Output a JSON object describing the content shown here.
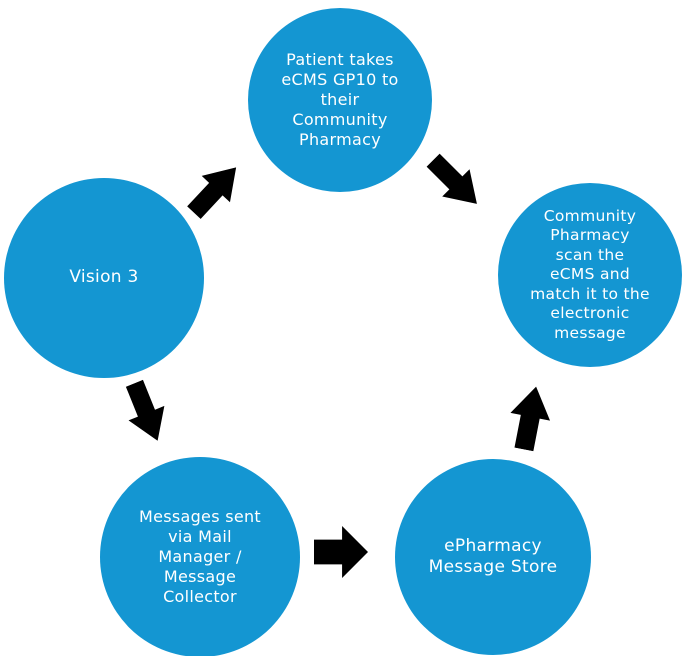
{
  "colors": {
    "circle_fill": "#1496d2",
    "arrow_fill": "#000000",
    "text": "#ffffff"
  },
  "nodes": [
    {
      "id": "vision3",
      "label": "Vision 3"
    },
    {
      "id": "patient",
      "label": "Patient takes\neCMS GP10 to\ntheir\nCommunity\nPharmacy"
    },
    {
      "id": "community-scan",
      "label": "Community\nPharmacy\nscan the\neCMS and\nmatch it to the\nelectronic\nmessage"
    },
    {
      "id": "epharmacy-store",
      "label": "ePharmacy\nMessage Store"
    },
    {
      "id": "messages-sent",
      "label": "Messages sent\nvia Mail\nManager /\nMessage\nCollector"
    }
  ],
  "arrows": [
    {
      "id": "a1",
      "name": "arrow-vision3-to-patient"
    },
    {
      "id": "a2",
      "name": "arrow-patient-to-community-pharmacy"
    },
    {
      "id": "a3",
      "name": "arrow-vision3-to-messages-sent"
    },
    {
      "id": "a4",
      "name": "arrow-messages-to-epharmacy-store"
    },
    {
      "id": "a5",
      "name": "arrow-epharmacy-to-community-pharmacy"
    }
  ]
}
